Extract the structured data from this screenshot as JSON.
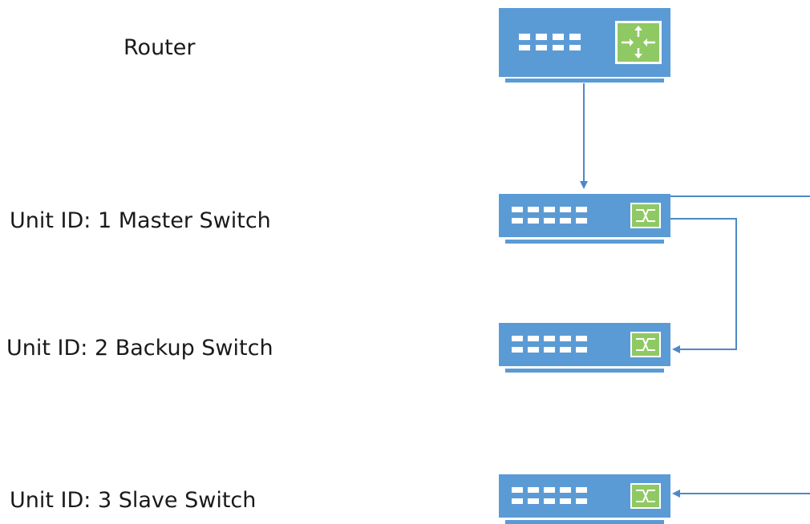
{
  "labels": {
    "router": "Router",
    "unit1": "Unit ID: 1 Master Switch",
    "unit2": "Unit ID: 2 Backup Switch",
    "unit3": "Unit ID: 3 Slave Switch"
  },
  "devices": [
    {
      "id": "router",
      "kind": "router-icon"
    },
    {
      "id": "unit1",
      "kind": "switch-icon"
    },
    {
      "id": "unit2",
      "kind": "switch-icon"
    },
    {
      "id": "unit3",
      "kind": "switch-icon"
    }
  ],
  "colors": {
    "device_blue": "#5b9bd5",
    "device_dark": "#4a86c2",
    "badge_green": "#8fc963",
    "line_blue": "#4f88c6",
    "port_white": "#ffffff"
  }
}
